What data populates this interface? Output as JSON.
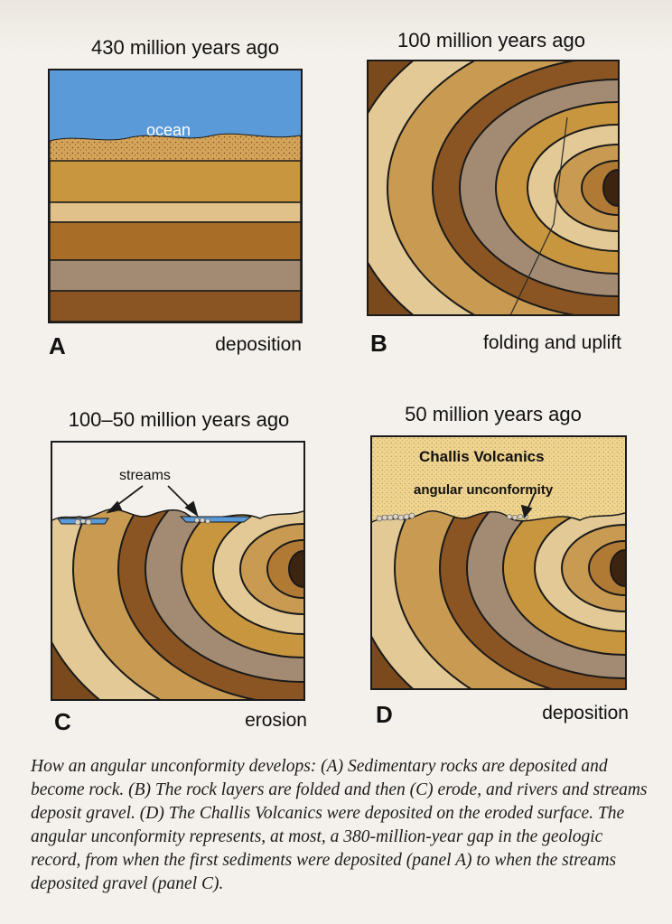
{
  "panels": [
    {
      "letter": "A",
      "time": "430 million years ago",
      "process": "deposition"
    },
    {
      "letter": "B",
      "time": "100 million years ago",
      "process": "folding and uplift"
    },
    {
      "letter": "C",
      "time": "100–50 million years ago",
      "process": "erosion"
    },
    {
      "letter": "D",
      "time": "50 million years ago",
      "process": "deposition"
    }
  ],
  "annotations": {
    "ocean": "ocean",
    "streams": "streams",
    "challis": "Challis Volcanics",
    "unconformity": "angular unconformity"
  },
  "caption": "How an angular unconformity develops: (A) Sedimentary rocks are deposited and become rock. (B) The rock layers are folded and then (C) erode, and rivers and streams deposit gravel. (D) The Challis Volcanics were deposited on the eroded surface. The angular unconformity represents, at most, a 380-million-year gap in the geologic record, from when the first sediments were deposited (panel A) to when the streams deposited gravel (panel C).",
  "colors": {
    "ocean": "#5b9ad8",
    "dark_brown": "#7a4a1c",
    "mid_brown": "#a06a2c",
    "tan": "#c89a52",
    "light_tan": "#e3c995",
    "mauve": "#a38a72",
    "sand": "#eed08c"
  }
}
